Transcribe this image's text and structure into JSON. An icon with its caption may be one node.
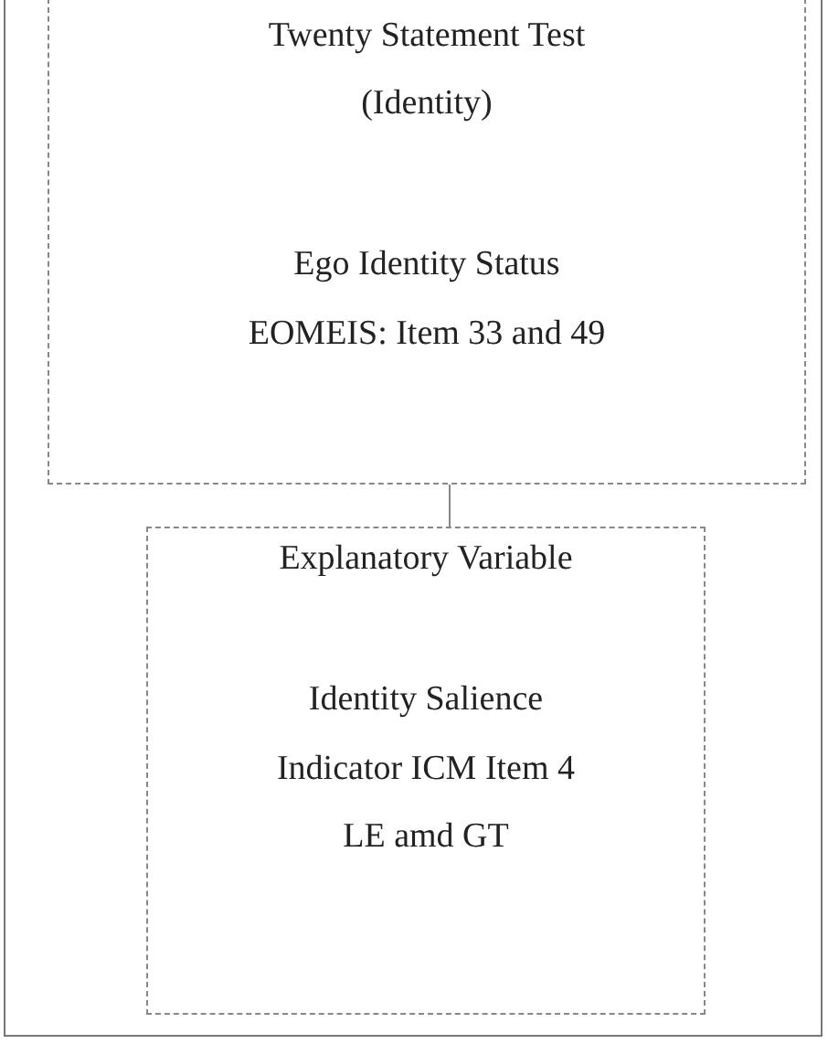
{
  "diagram": {
    "nodes": [
      {
        "text": [
          "Twenty Statement Test",
          "(Identity)",
          "Ego Identity Status",
          "EOMEIS: Item 33 and 49"
        ]
      },
      {
        "text": [
          "Explanatory Variable",
          "Identity Salience",
          "Indicator ICM Item 4",
          "LE amd GT"
        ]
      }
    ],
    "edges": [
      {
        "from": 0,
        "to": 1,
        "arrow": "none"
      }
    ]
  }
}
